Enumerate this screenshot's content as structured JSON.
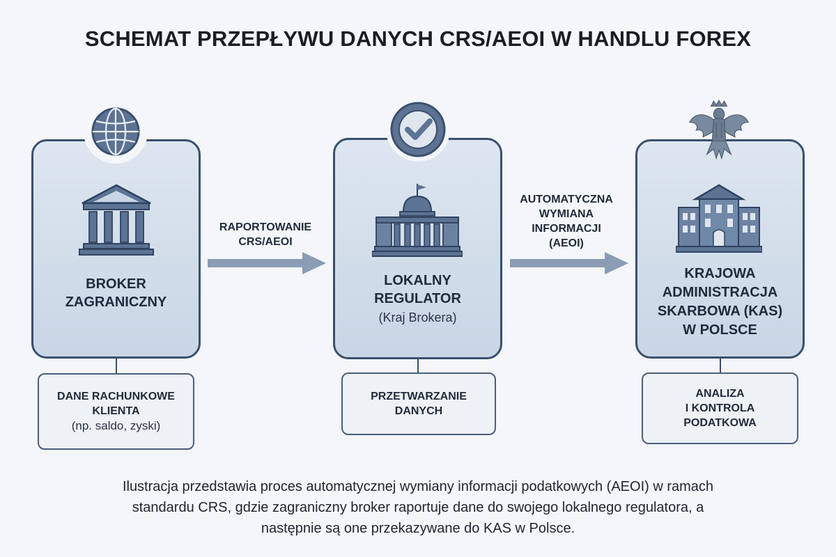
{
  "title": "SCHEMAT PRZEPŁYWU DANYCH CRS/AEOI W HANDLU FOREX",
  "nodes": [
    {
      "icon": "globe-icon",
      "building_icon": "bank-icon",
      "title_lines": [
        "BROKER",
        "ZAGRANICZNY"
      ],
      "subtitle": "",
      "detail_lines": [
        "DANE RACHUNKOWE",
        "KLIENTA"
      ],
      "detail_note": "(np. saldo, zyski)"
    },
    {
      "icon": "checkmark-badge-icon",
      "building_icon": "capitol-icon",
      "title_lines": [
        "LOKALNY",
        "REGULATOR"
      ],
      "subtitle": "(Kraj Brokera)",
      "detail_lines": [
        "PRZETWARZANIE",
        "DANYCH"
      ],
      "detail_note": ""
    },
    {
      "icon": "eagle-emblem-icon",
      "building_icon": "government-building-icon",
      "title_lines": [
        "KRAJOWA",
        "ADMINISTRACJA",
        "SKARBOWA (KAS)",
        "W POLSCE"
      ],
      "subtitle": "",
      "detail_lines": [
        "ANALIZA",
        "I KONTROLA",
        "PODATKOWA"
      ],
      "detail_note": ""
    }
  ],
  "arrows": [
    {
      "label_lines": [
        "RAPORTOWANIE",
        "CRS/AEOI"
      ]
    },
    {
      "label_lines": [
        "AUTOMATYCZNA",
        "WYMIANA",
        "INFORMACJI",
        "(AEOI)"
      ]
    }
  ],
  "caption_lines": [
    "Ilustracja przedstawia proces automatycznej wymiany informacji podatkowych (AEOI) w ramach",
    "standardu CRS, gdzie zagraniczny broker raportuje dane do swojego lokalnego regulatora, a",
    "następnie są one przekazywane do KAS w Polsce."
  ],
  "colors": {
    "card_fill": "#d3deea",
    "card_border": "#3a4f6e",
    "icon_fill": "#5d7394",
    "arrow": "#8a9db5",
    "background": "#f4f6f9"
  }
}
